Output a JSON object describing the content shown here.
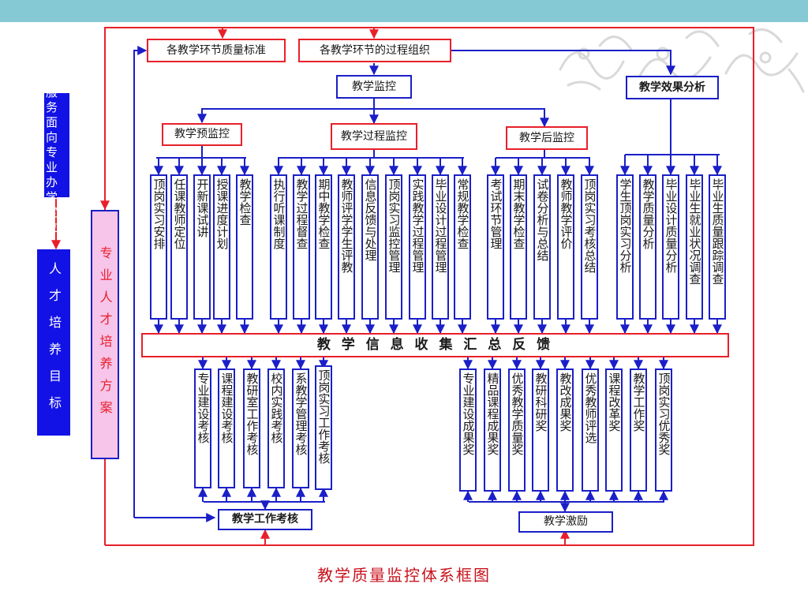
{
  "top_row": {
    "quality_standard": "各教学环节质量标准",
    "process_org": "各教学环节的过程组织",
    "monitor": "教学监控",
    "effect_analysis": "教学效果分析"
  },
  "left": {
    "positioning": "专业服务面向专业办学定位",
    "talent_goal": "人才培养目标",
    "talent_plan": "专业人才培养方案"
  },
  "stages": {
    "pre": "教学预监控",
    "process": "教学过程监控",
    "post": "教学后监控"
  },
  "pre_items": [
    "顶岗实习安排",
    "任课教师定位",
    "开新课试讲",
    "授课进度计划",
    "教学检查"
  ],
  "process_items": [
    "执行听课制度",
    "教学过程督查",
    "期中教学检查",
    "教师评学学生评教",
    "信息反馈与处理",
    "顶岗实习监控管理",
    "实践教学过程管理",
    "毕业设计过程管理",
    "常规教学检查"
  ],
  "post_items": [
    "考试环节管理",
    "期末教学检查",
    "试卷分析与总结",
    "教师教学评价",
    "顶岗实习考核总结"
  ],
  "effect_items": [
    "学生顶岗实习分析",
    "教学质量分析",
    "毕业设计质量分析",
    "毕业生就业状况调查",
    "毕业生质量跟踪调查"
  ],
  "feedback_bar": "教 学 信 息 收 集 汇 总 反 馈",
  "assess_items": [
    "专业建设考核",
    "课程建设考核",
    "教研室工作考核",
    "校内实践考核",
    "系教学管理考核",
    "顶岗实习工作考核"
  ],
  "award_items": [
    "专业建设成果奖",
    "精品课程成果奖",
    "优秀教学质量奖",
    "教研科研奖",
    "教改成果奖",
    "优秀教师评选",
    "课程改革奖",
    "教学工作奖",
    "顶岗实习优秀奖"
  ],
  "bottom": {
    "work_assess": "教学工作考核",
    "incentive": "教学激励"
  },
  "caption": "教学质量监控体系框图",
  "colors": {
    "red": "#e8202a",
    "blue": "#1a1fc8",
    "side_blue": "#1212e6",
    "caption": "#c8121c",
    "topbar": "#84c9d3"
  }
}
